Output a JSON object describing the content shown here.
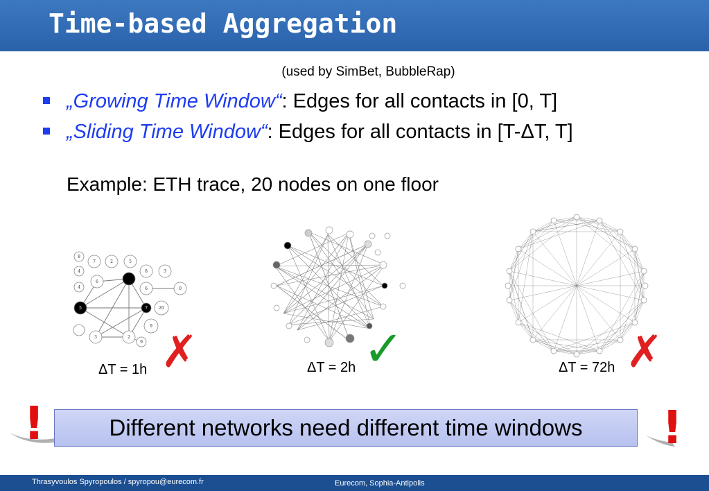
{
  "slide": {
    "title": "Time-based Aggregation",
    "subtitle": "(used by SimBet, BubbleRap)",
    "bullets": [
      {
        "em": "„Growing Time Window“",
        "rest": ": Edges for all contacts in [0, T]"
      },
      {
        "em": "„Sliding Time Window“",
        "rest": ": Edges for all contacts in [T-ΔT, T]"
      }
    ],
    "example": "Example: ETH trace, 20 nodes on one floor",
    "captions": [
      "ΔT = 1h",
      "ΔT = 2h",
      "ΔT = 72h"
    ],
    "marks": {
      "x": "✗",
      "check": "✓",
      "exclamation": "!"
    },
    "banner": "Different networks need different time windows",
    "graph1_labels": [
      "8",
      "4",
      "7",
      "2",
      "5",
      "6",
      "8",
      "3",
      "4",
      "6",
      "0",
      "5",
      "7",
      "20",
      "9",
      "3",
      "2",
      "9"
    ],
    "colors": {
      "title_bar": "#2a62aa",
      "bullet_text": "#1e3cf0",
      "x_mark": "#e02020",
      "check_mark": "#1a9a2a",
      "footer": "#1b4f91"
    }
  },
  "footer": {
    "left": "Thrasyvoulos Spyropoulos / spyropou@eurecom.fr",
    "center": "Eurecom, Sophia-Antipolis"
  }
}
